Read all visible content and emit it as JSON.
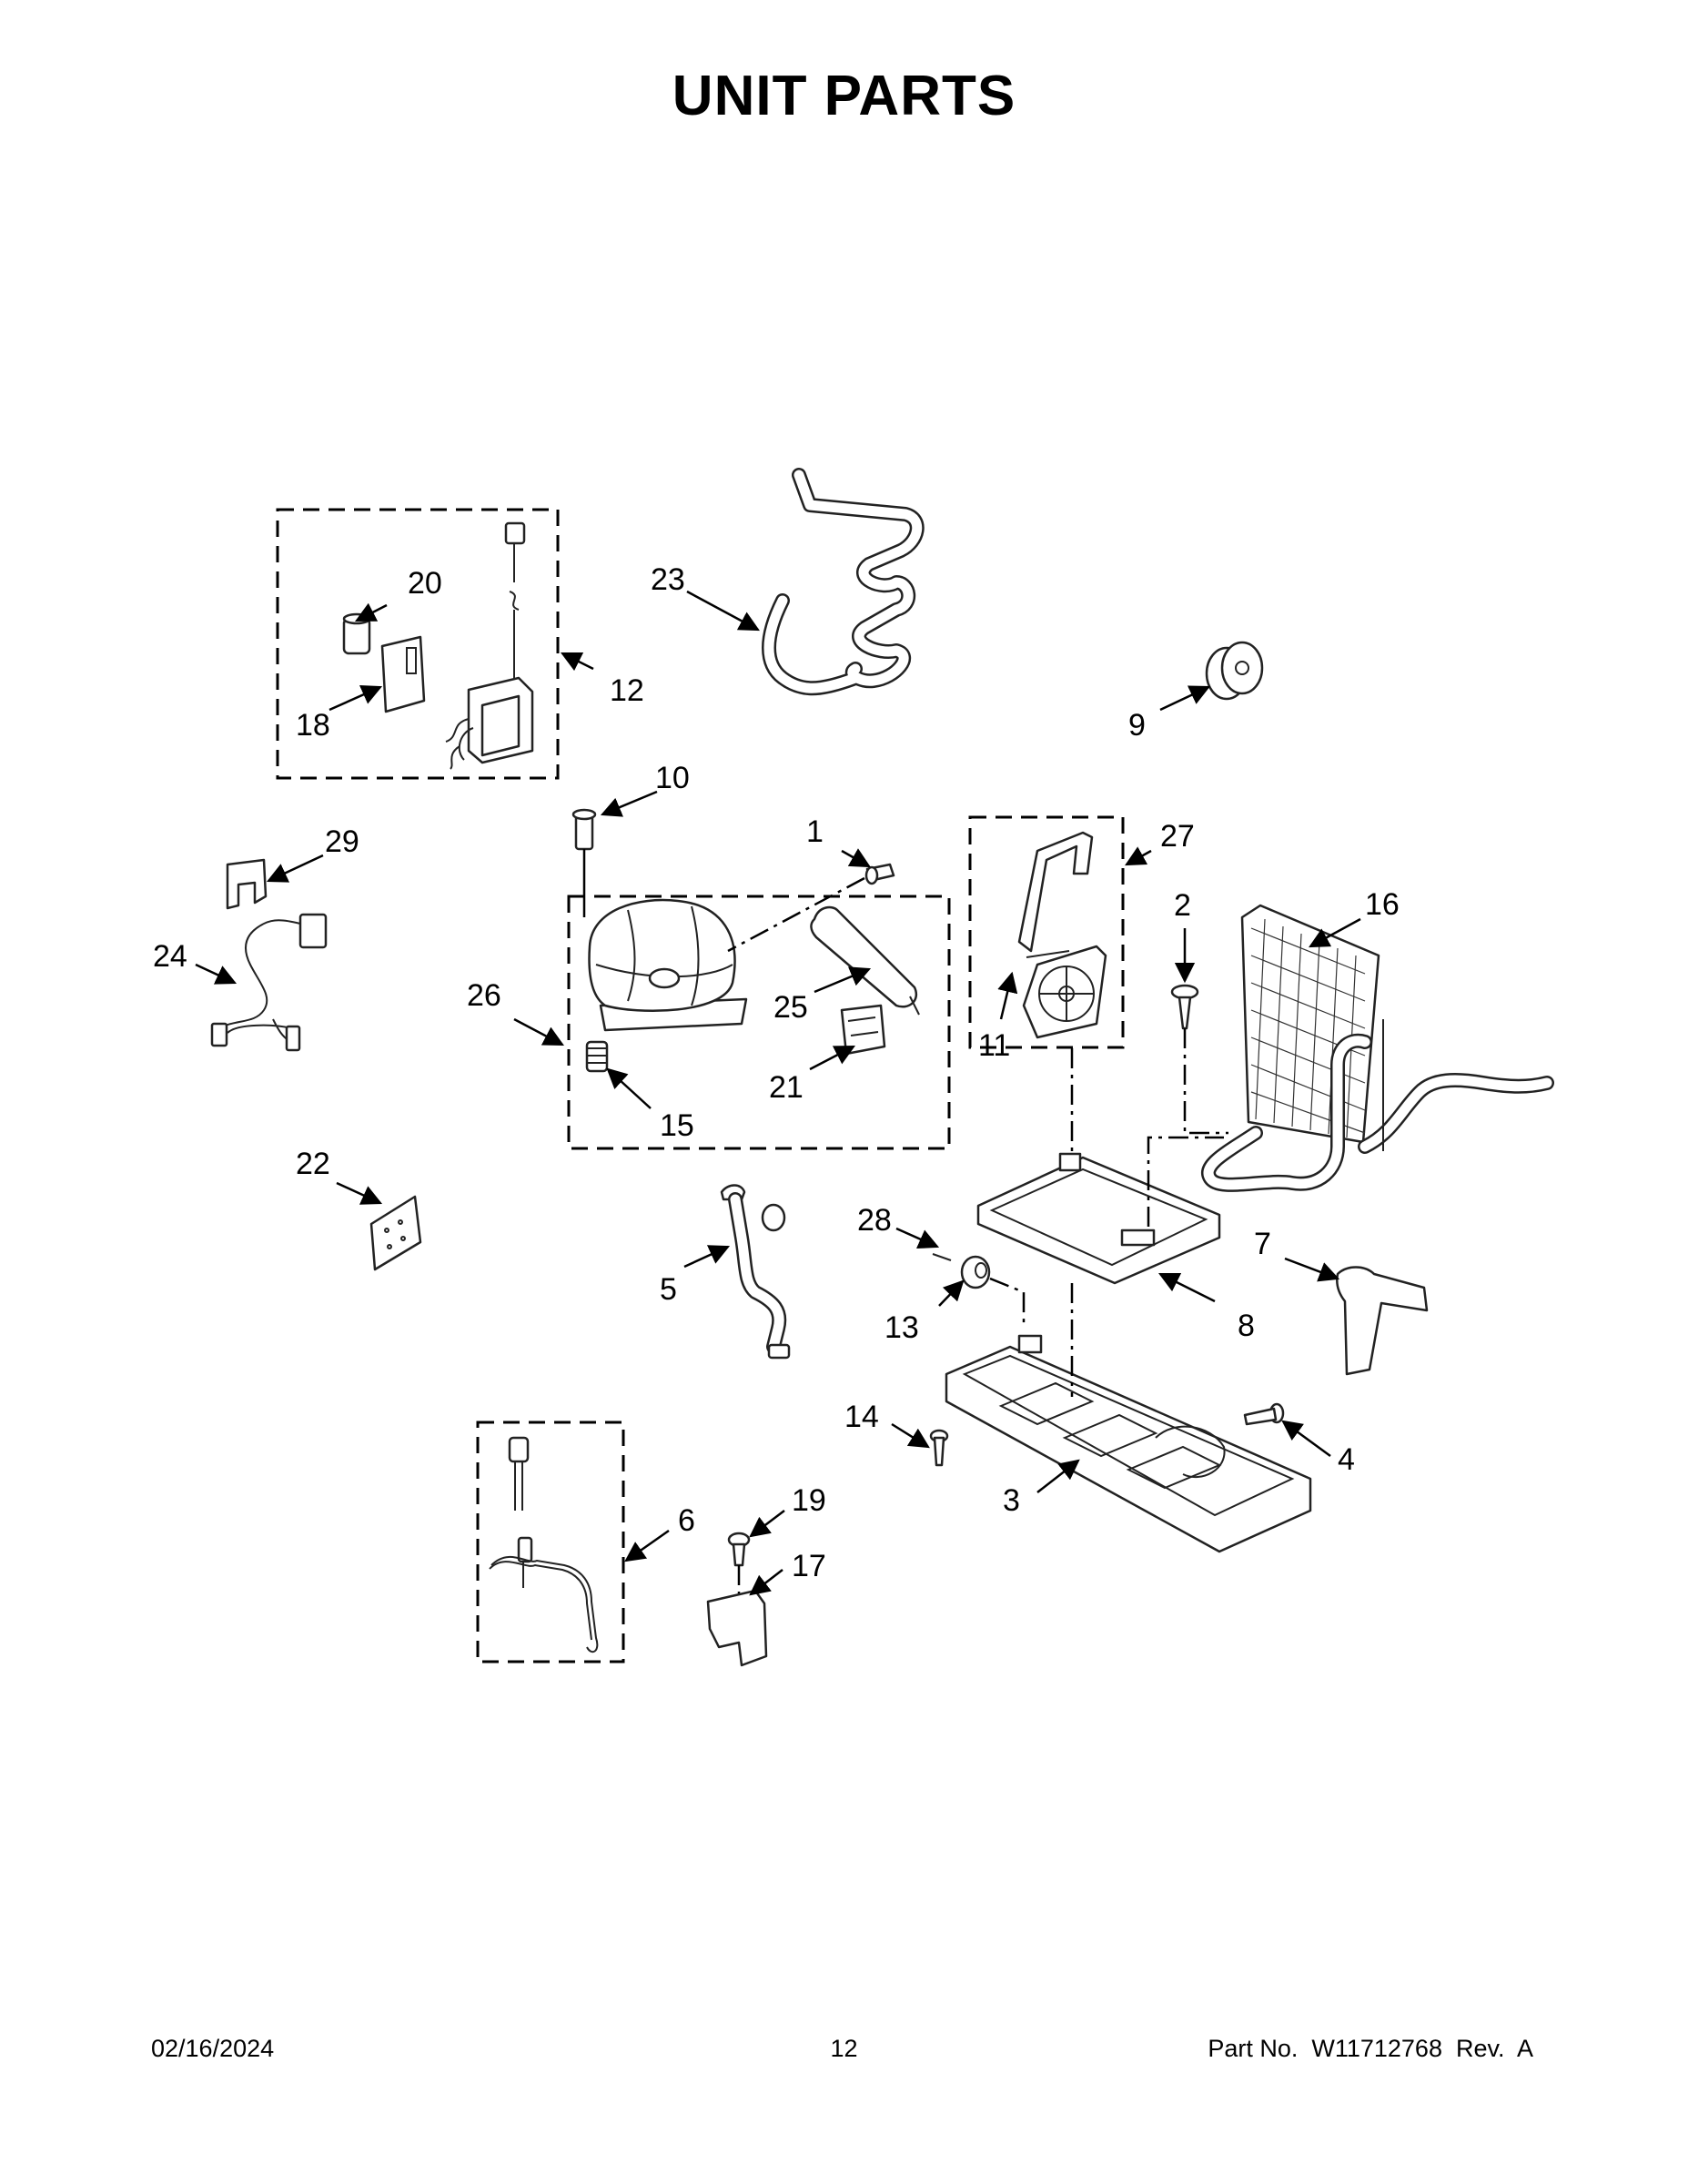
{
  "title": "UNIT PARTS",
  "footer": {
    "date": "02/16/2024",
    "page": "12",
    "part_number": "Part No.  W11712768  Rev.  A"
  },
  "callouts": [
    "1",
    "2",
    "3",
    "4",
    "5",
    "6",
    "7",
    "8",
    "9",
    "10",
    "11",
    "12",
    "13",
    "14",
    "15",
    "16",
    "17",
    "18",
    "19",
    "20",
    "21",
    "22",
    "23",
    "24",
    "25",
    "26",
    "27",
    "28",
    "29"
  ]
}
